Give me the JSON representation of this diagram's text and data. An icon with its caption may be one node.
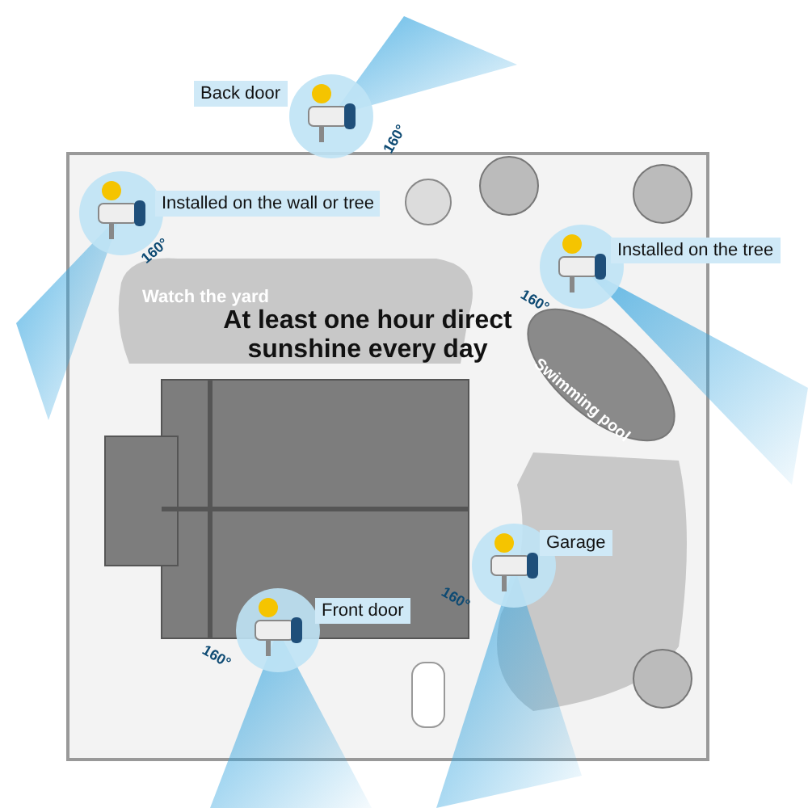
{
  "diagram": {
    "labels": [
      "Back door",
      "160°",
      "Installed on the wall or tree",
      "160°",
      "Installed on the tree",
      "160°",
      "Watch the yard",
      "At least one hour direct sunshine every day",
      "Swimming pool",
      "Garage",
      "160°",
      "Front door",
      "160°"
    ]
  }
}
